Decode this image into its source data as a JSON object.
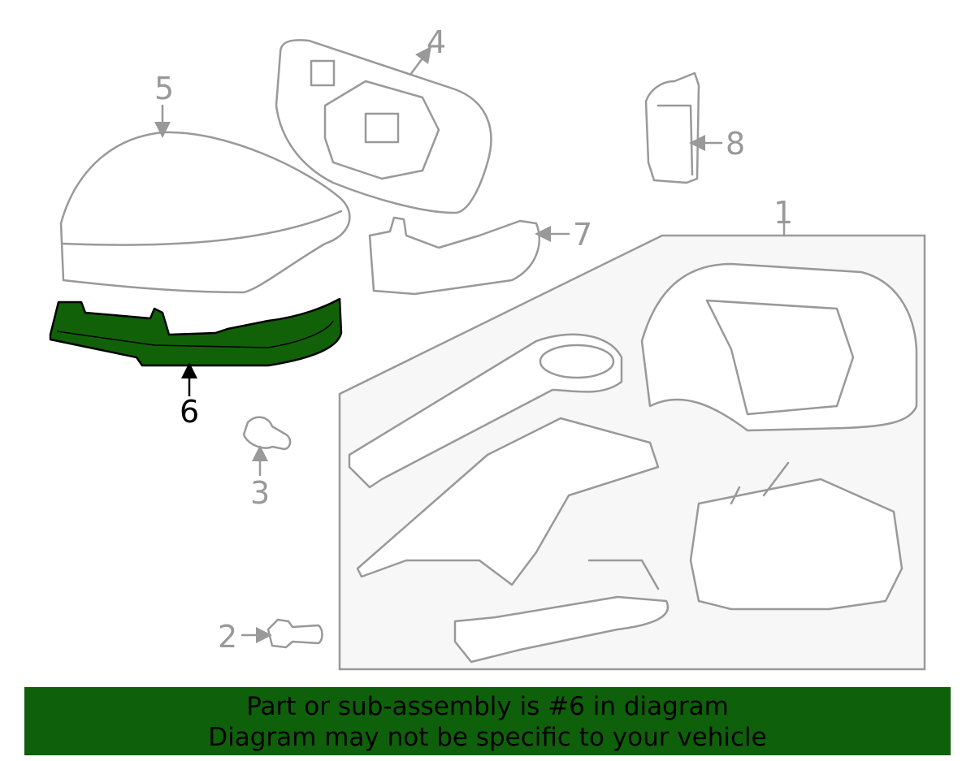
{
  "diagram": {
    "callouts": [
      "1",
      "2",
      "3",
      "4",
      "5",
      "6",
      "7",
      "8"
    ],
    "highlighted_part": "6",
    "highlight_color": "#116108"
  },
  "banner": {
    "line1": "Part or sub-assembly is #6 in diagram",
    "line2": "Diagram may not be specific to your vehicle",
    "color": "#0f600a"
  }
}
